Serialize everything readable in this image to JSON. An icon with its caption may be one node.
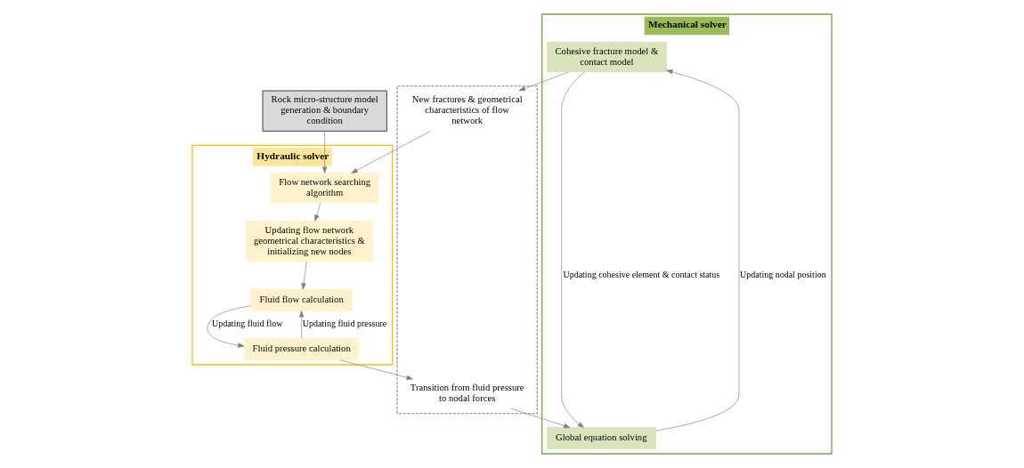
{
  "diagram": {
    "nodes": [
      {
        "text": [
          "Rock micro-structure model generation & boundary condition"
        ]
      },
      {
        "text": [
          "Hydraulic solver"
        ]
      },
      {
        "text": [
          "Flow network searching algorithm"
        ],
        "in": 1
      },
      {
        "text": [
          "Updating flow network geometrical characteristics & initializing new nodes"
        ],
        "in": 1
      },
      {
        "text": [
          "Fluid flow calculation"
        ],
        "in": 1
      },
      {
        "text": [
          "Fluid pressure calculation"
        ],
        "in": 1
      },
      {
        "text": [
          "Mechanical solver"
        ]
      },
      {
        "text": [
          "Cohesive fracture model & contact model"
        ],
        "in": 6
      },
      {
        "text": [
          "Global equation solving"
        ],
        "in": 6
      },
      {
        "text": [],
        "shape": "box"
      },
      {
        "text": [
          "New fractures & geometrical characteristics of flow network"
        ],
        "in": 9
      },
      {
        "text": [
          "Transition from fluid pressure to nodal forces"
        ],
        "in": 9
      }
    ],
    "edges": [
      {
        "from": 0,
        "to": 2,
        "arrow": "to"
      },
      {
        "from": 7,
        "to": 10,
        "arrow": "to"
      },
      {
        "from": 10,
        "to": 2,
        "arrow": "to"
      },
      {
        "from": 2,
        "to": 3,
        "arrow": "to"
      },
      {
        "from": 3,
        "to": 4,
        "arrow": "to"
      },
      {
        "from": 4,
        "to": 5,
        "label": "Updating fluid flow",
        "arrow": "to"
      },
      {
        "from": 5,
        "to": 4,
        "label": "Updating fluid pressure",
        "arrow": "to"
      },
      {
        "from": 5,
        "to": 11,
        "arrow": "to"
      },
      {
        "from": 11,
        "to": 8,
        "arrow": "to"
      },
      {
        "from": 7,
        "to": 8,
        "label": "Updating cohesive element & contact status",
        "arrow": "to"
      },
      {
        "from": 8,
        "to": 7,
        "label": "Updating nodal position",
        "arrow": "to"
      }
    ]
  }
}
